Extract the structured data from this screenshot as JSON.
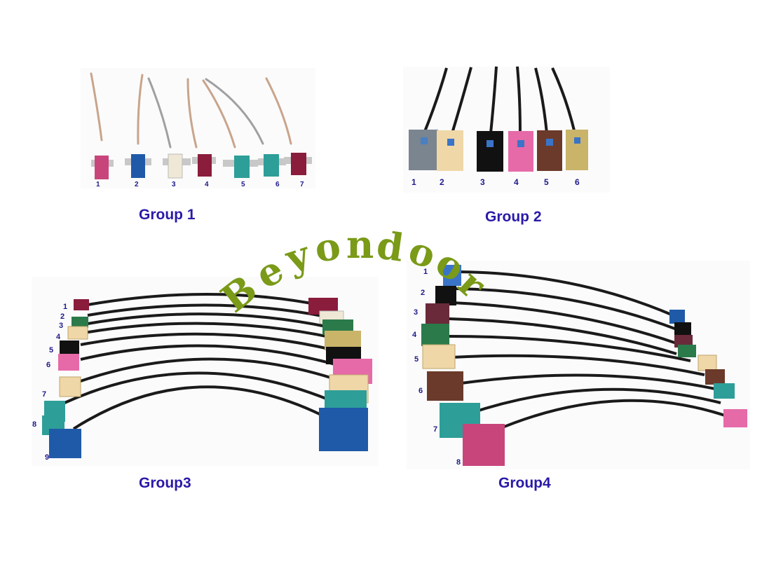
{
  "groups": [
    {
      "caption": "Group 1",
      "numbers": [
        "1",
        "2",
        "3",
        "4",
        "5",
        "6",
        "7"
      ]
    },
    {
      "caption": "Group 2",
      "numbers": [
        "1",
        "2",
        "3",
        "4",
        "5",
        "6"
      ]
    },
    {
      "caption": "Group3",
      "numbers": [
        "1",
        "2",
        "3",
        "4",
        "5",
        "6",
        "7",
        "8",
        "9"
      ]
    },
    {
      "caption": "Group4",
      "numbers": [
        "1",
        "2",
        "3",
        "4",
        "5",
        "6",
        "7",
        "8"
      ]
    }
  ],
  "watermark": [
    "B",
    "e",
    "y",
    "o",
    "n",
    "d",
    "o",
    "o",
    "r"
  ],
  "colors": {
    "caption": "#2a1aa8",
    "watermark": "#7a9a18",
    "cable_black": "#1a1a1a",
    "cable_tan": "#c9a48c",
    "connectors": [
      "#c8457c",
      "#1f5aa8",
      "#efe8d6",
      "#8a1c3c",
      "#2e9e98",
      "#4a4a4a",
      "#6b3a2a",
      "#c9a84a",
      "#e66aa8",
      "#efd7a8",
      "#2b7a4a",
      "#6a2a3a"
    ]
  }
}
